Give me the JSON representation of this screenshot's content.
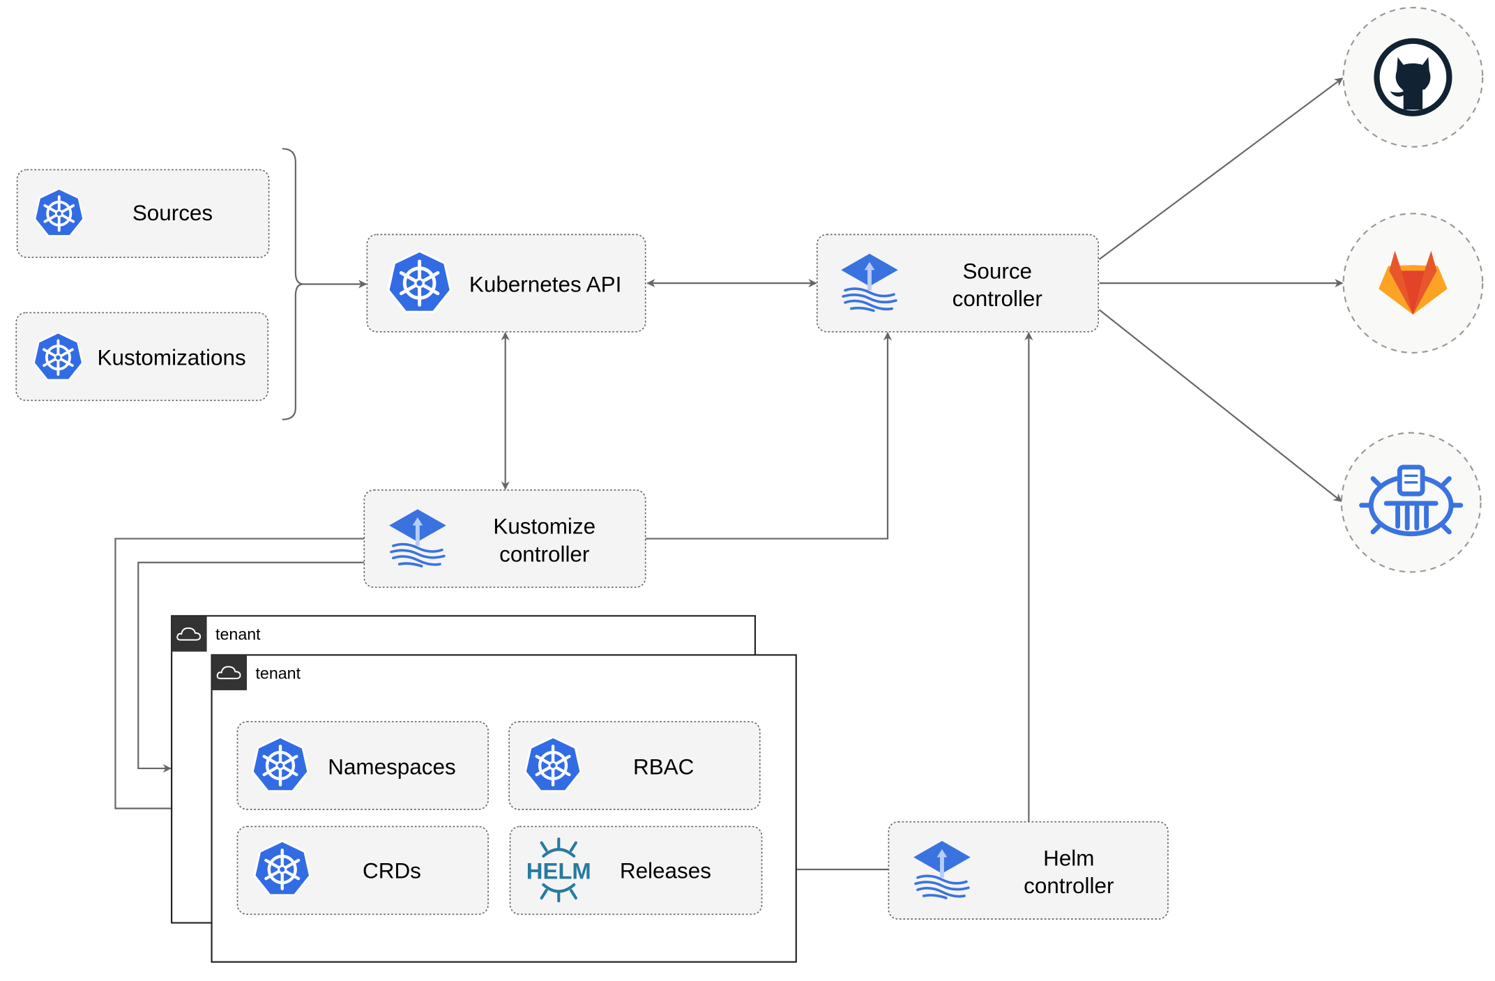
{
  "colors": {
    "kubernetes_blue": "#326ce5",
    "flux_blue": "#3a73e0",
    "helm_blue": "#277a9f",
    "github_dark": "#112233",
    "gitlab_orange": "#e8572b",
    "gitlab_light": "#fca326",
    "edge": "#666666",
    "box_fill": "#f4f4f4"
  },
  "nodes": {
    "sources": {
      "label": "Sources",
      "icon": "kubernetes-icon"
    },
    "kustomizations": {
      "label": "Kustomizations",
      "icon": "kubernetes-icon"
    },
    "kubernetes_api": {
      "label": "Kubernetes API",
      "icon": "kubernetes-icon"
    },
    "source_controller": {
      "line1": "Source",
      "line2": "controller",
      "icon": "flux-icon"
    },
    "kustomize_controller": {
      "line1": "Kustomize",
      "line2": "controller",
      "icon": "flux-icon"
    },
    "helm_controller": {
      "line1": "Helm",
      "line2": "controller",
      "icon": "flux-icon"
    },
    "namespaces": {
      "label": "Namespaces",
      "icon": "kubernetes-icon"
    },
    "rbac": {
      "label": "RBAC",
      "icon": "kubernetes-icon"
    },
    "crds": {
      "label": "CRDs",
      "icon": "kubernetes-icon"
    },
    "releases": {
      "label": "Releases",
      "icon": "helm-icon",
      "logo_text": "HELM"
    }
  },
  "tenants": [
    {
      "label": "tenant",
      "icon": "cloud-icon"
    },
    {
      "label": "tenant",
      "icon": "cloud-icon"
    }
  ],
  "external": [
    {
      "icon": "github-icon"
    },
    {
      "icon": "gitlab-icon"
    },
    {
      "icon": "helm-repository-icon"
    }
  ]
}
